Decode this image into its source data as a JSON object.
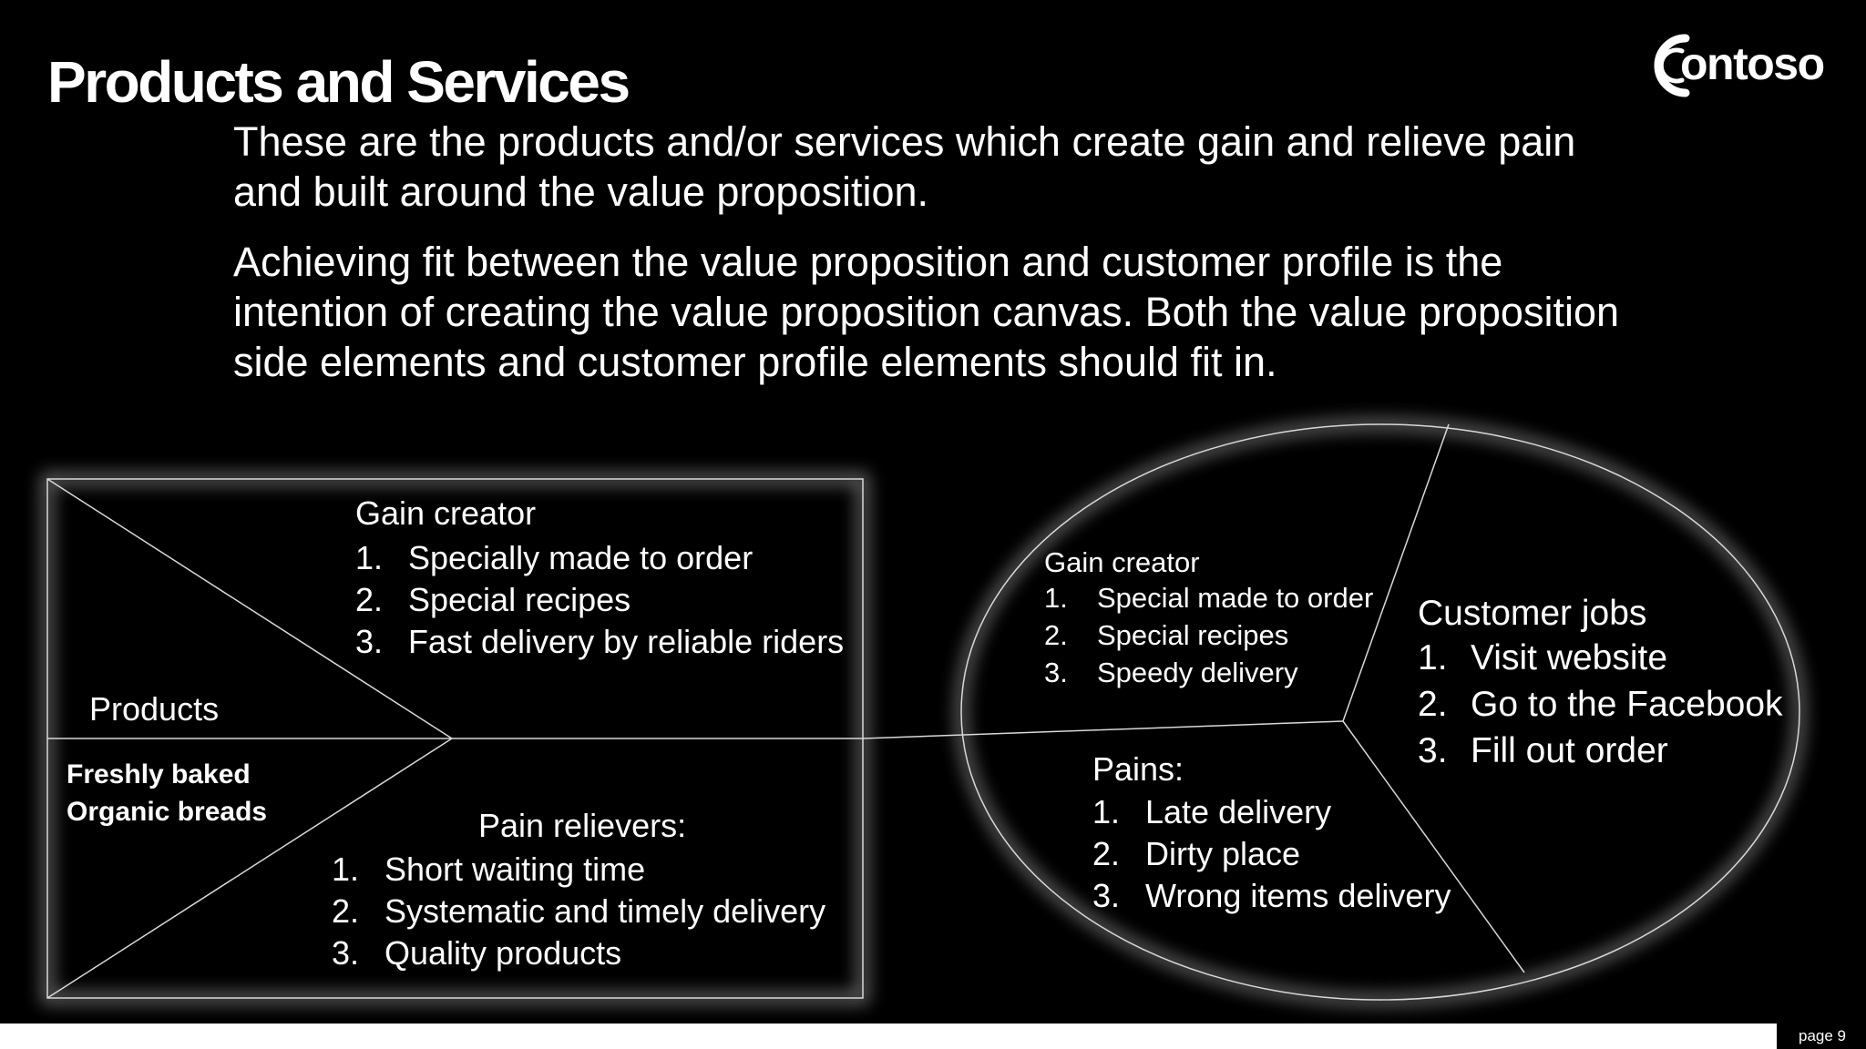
{
  "slide": {
    "title": "Products and Services",
    "logo_text": "ontoso",
    "paragraphs": [
      "These are the products and/or services which create gain and relieve pain and built around the value proposition.",
      "Achieving fit between the value proposition and customer profile is the intention of creating the value proposition canvas. Both the value proposition side elements and customer profile elements should fit in."
    ],
    "page_number": "page 9"
  },
  "value_map": {
    "gain_creator": {
      "heading": "Gain creator",
      "items": [
        "Specially made to order",
        "Special recipes",
        "Fast delivery by reliable riders"
      ]
    },
    "products": {
      "heading": "Products",
      "items": [
        "Freshly baked",
        "Organic breads"
      ]
    },
    "pain_relievers": {
      "heading": "Pain relievers:",
      "items": [
        "Short waiting time",
        "Systematic and timely delivery",
        "Quality products"
      ]
    }
  },
  "customer_profile": {
    "gain_creator": {
      "heading": "Gain creator",
      "items": [
        "Special made to order",
        "Special recipes",
        "Speedy delivery"
      ]
    },
    "customer_jobs": {
      "heading": "Customer jobs",
      "items": [
        "Visit website",
        "Go to the Facebook",
        "Fill out order"
      ]
    },
    "pains": {
      "heading": "Pains:",
      "items": [
        "Late delivery",
        "Dirty place",
        "Wrong items delivery"
      ]
    }
  },
  "list_numbers": [
    "1.",
    "2.",
    "3."
  ],
  "colors": {
    "background": "#000000",
    "text": "#ffffff",
    "line": "#d8d8d8",
    "glow": "#777777"
  },
  "icons": {
    "logo": "contoso-logo"
  }
}
